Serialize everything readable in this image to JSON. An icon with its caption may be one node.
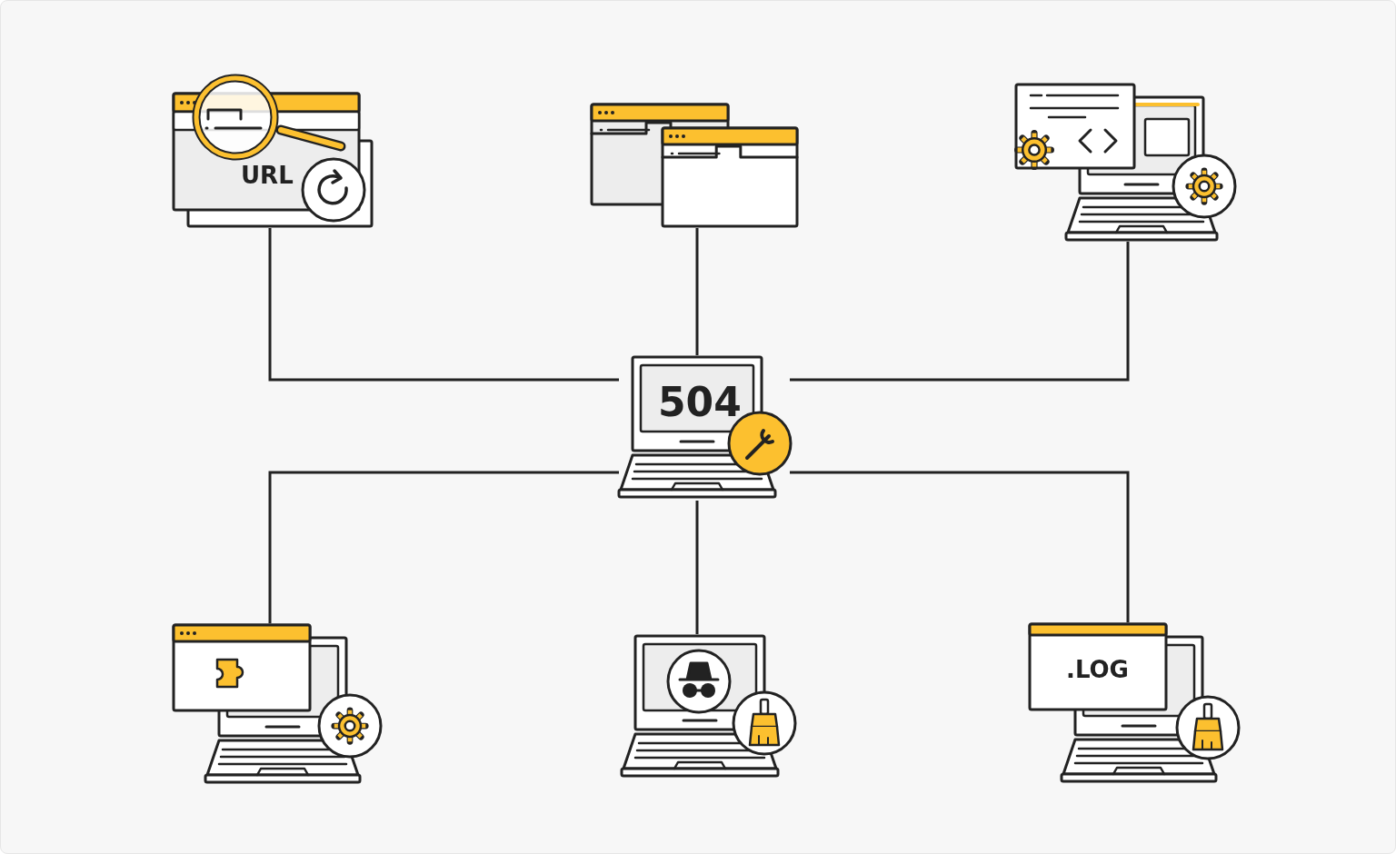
{
  "diagram": {
    "nodes": [
      {
        "text": [
          "URL"
        ]
      },
      {
        "text": [],
        "shape": "picture"
      },
      {
        "text": [],
        "shape": "picture"
      },
      {
        "text": [
          "504"
        ]
      },
      {
        "text": [],
        "shape": "picture"
      },
      {
        "text": [],
        "shape": "picture"
      },
      {
        "text": [
          ".LOG"
        ]
      }
    ],
    "edges": [
      {
        "from": 3,
        "to": 0,
        "arrow": "none"
      },
      {
        "from": 3,
        "to": 1,
        "arrow": "none"
      },
      {
        "from": 3,
        "to": 2,
        "arrow": "none"
      },
      {
        "from": 3,
        "to": 4,
        "arrow": "none"
      },
      {
        "from": 3,
        "to": 5,
        "arrow": "none"
      },
      {
        "from": 3,
        "to": 6,
        "arrow": "none"
      }
    ]
  }
}
